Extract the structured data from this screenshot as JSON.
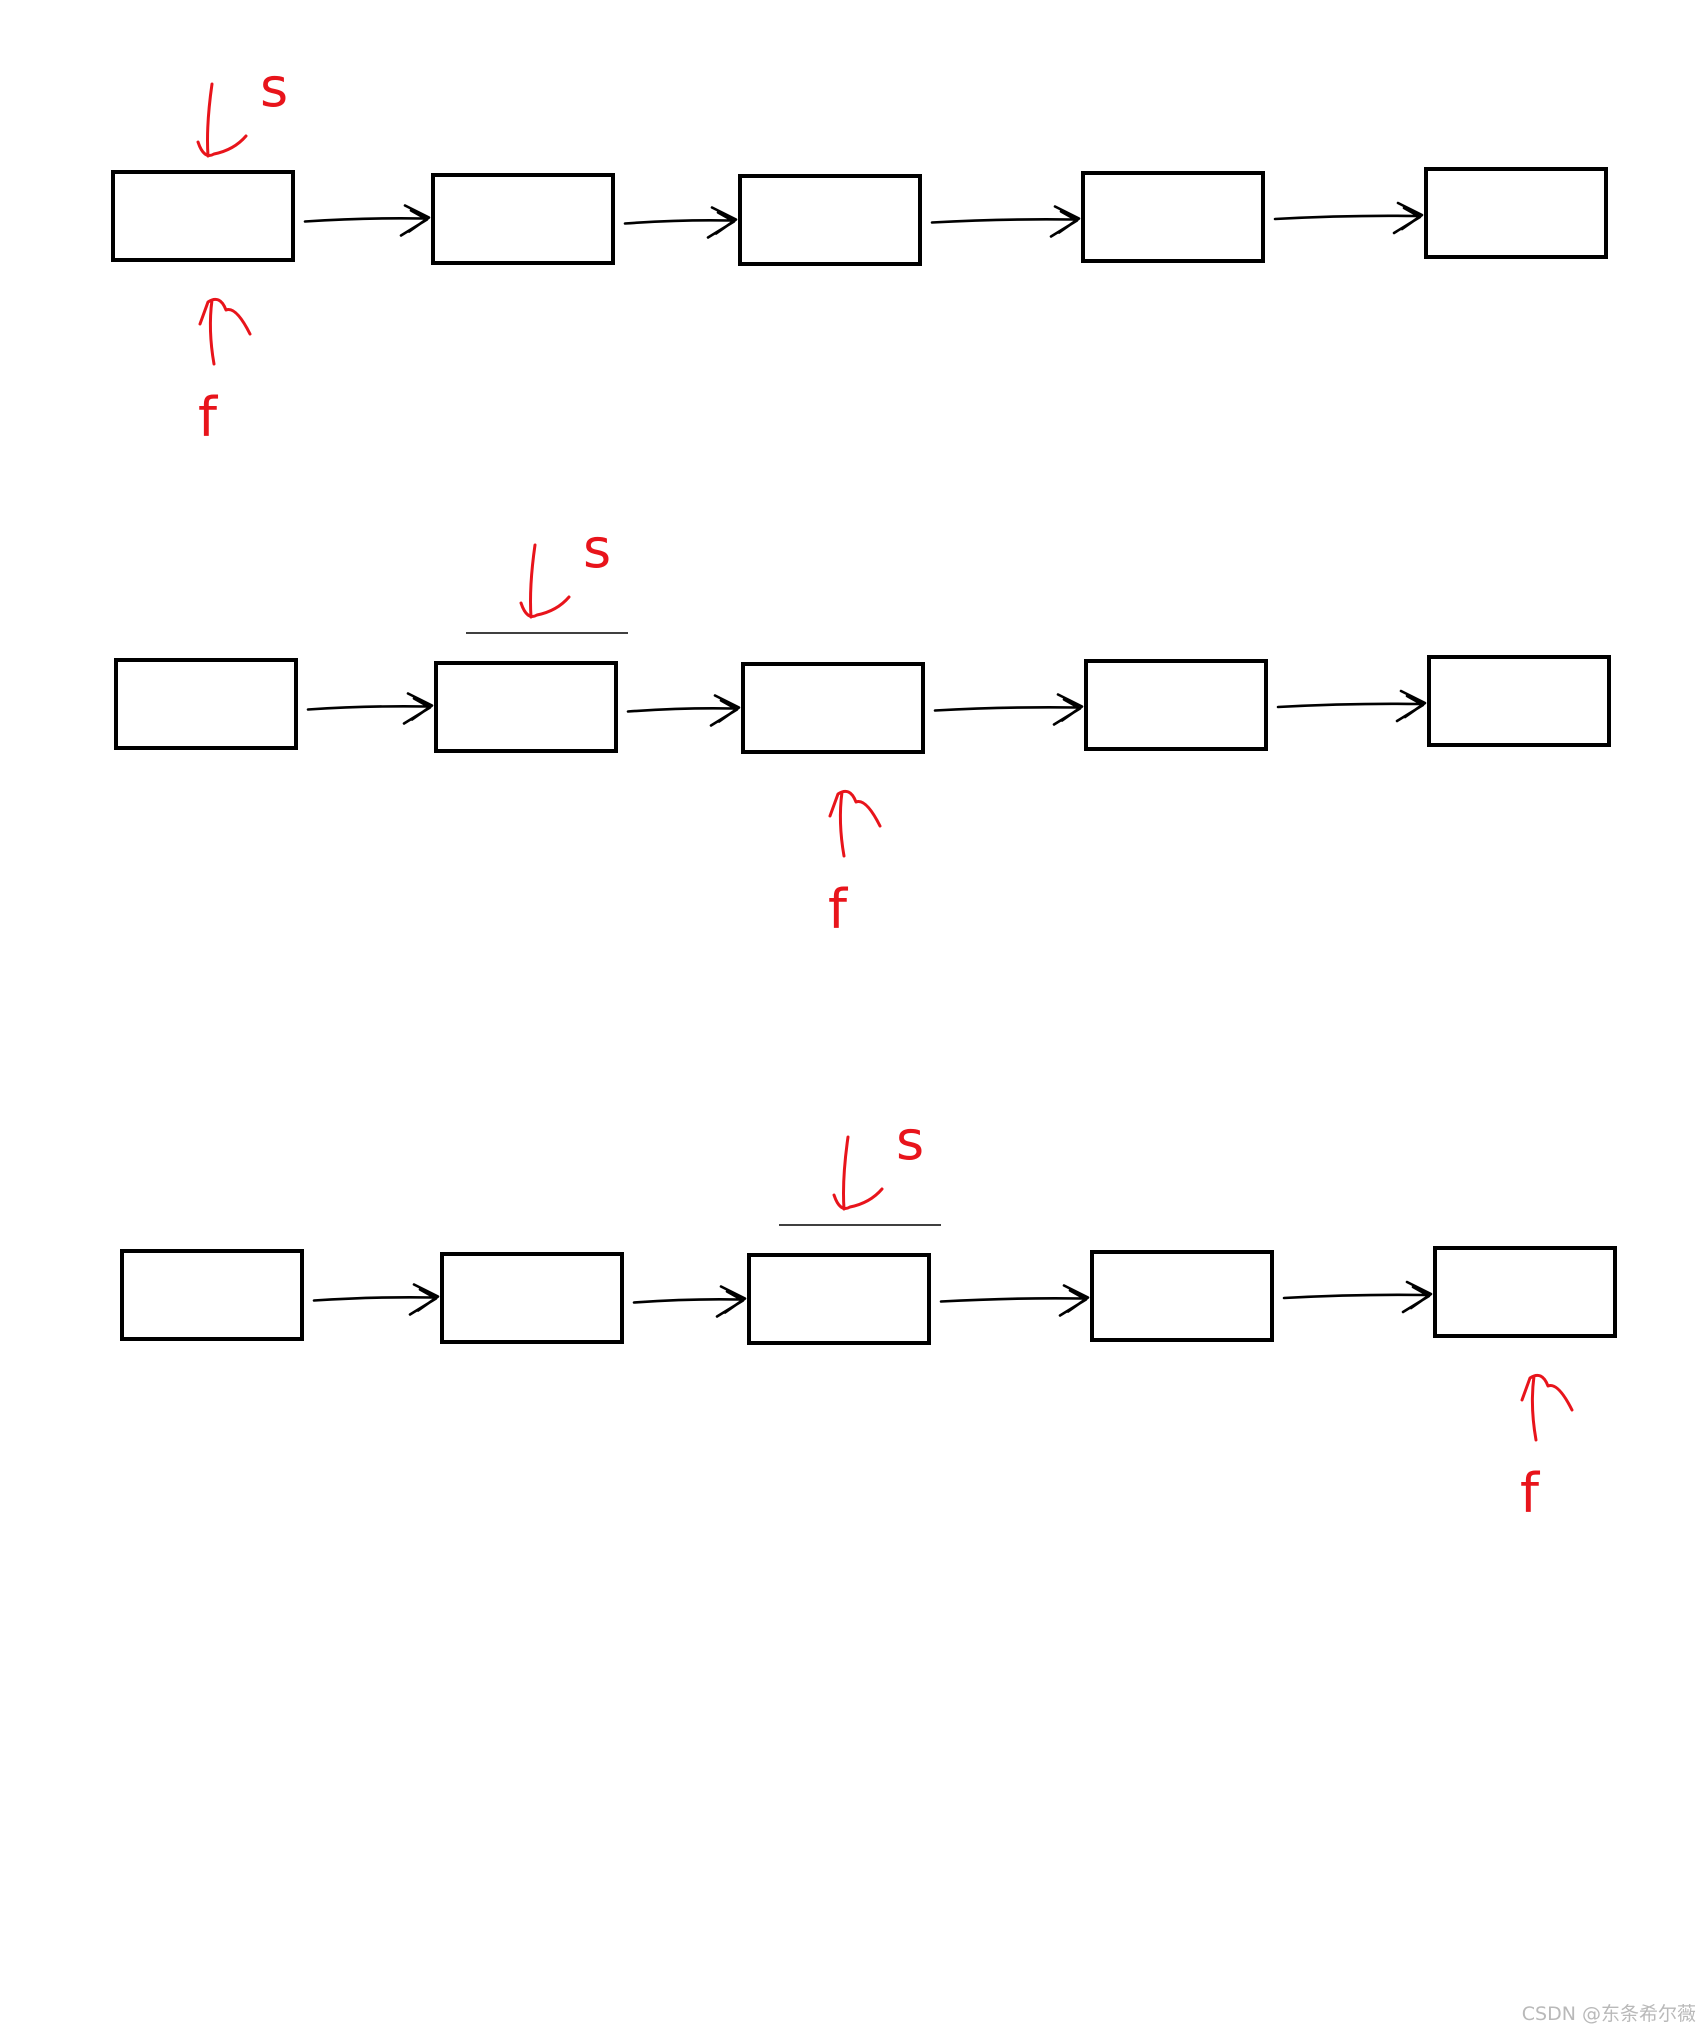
{
  "diagram": {
    "rows": [
      {
        "slow_index": 0,
        "fast_index": 0,
        "slow_label": "s",
        "fast_label": "f",
        "slow_underline": false
      },
      {
        "slow_index": 1,
        "fast_index": 2,
        "slow_label": "s",
        "fast_label": "f",
        "slow_underline": true
      },
      {
        "slow_index": 2,
        "fast_index": 4,
        "slow_label": "s",
        "fast_label": "f",
        "slow_underline": true
      }
    ],
    "node_count": 5
  },
  "colors": {
    "pointer": "#e8141b",
    "node": "#000000",
    "background": "#ffffff",
    "watermark": "#b9b9b9"
  },
  "watermark": "CSDN @东条希尔薇"
}
